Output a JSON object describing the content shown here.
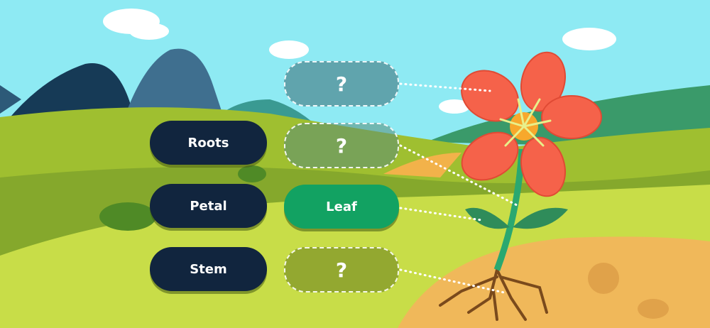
{
  "words": [
    {
      "label": "Roots"
    },
    {
      "label": "Petal"
    },
    {
      "label": "Stem"
    }
  ],
  "drop_zones": [
    {
      "label": "?",
      "state": "empty"
    },
    {
      "label": "?",
      "state": "empty"
    },
    {
      "label": "Leaf",
      "state": "filled"
    },
    {
      "label": "?",
      "state": "empty"
    }
  ],
  "colors": {
    "word_bg": "#11253e",
    "correct_bg": "#12a262",
    "sky": "#8eeaf3"
  }
}
